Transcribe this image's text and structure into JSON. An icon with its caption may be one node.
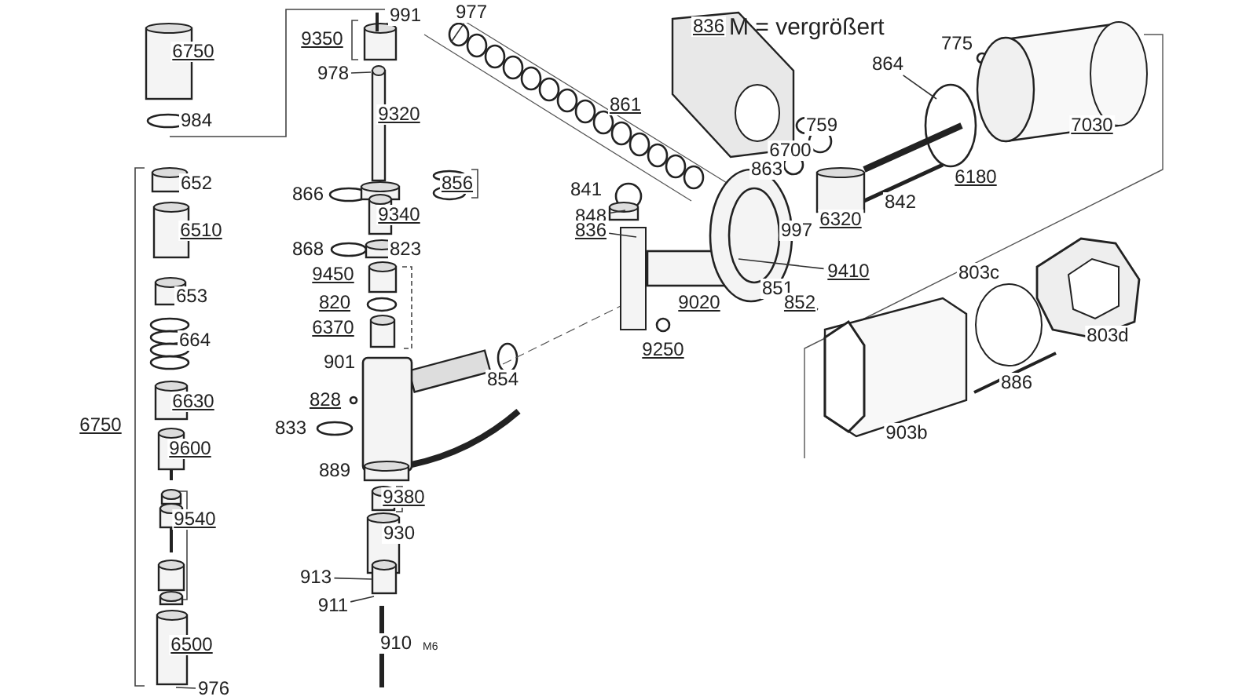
{
  "diagram": {
    "nodes": [
      {
        "text": [
          "991"
        ]
      },
      {
        "text": [
          "977"
        ]
      },
      {
        "text": [
          "6750"
        ]
      },
      {
        "text": [
          "9350"
        ]
      },
      {
        "text": [
          "836"
        ]
      },
      {
        "text": [
          "775"
        ]
      },
      {
        "text": [
          "864"
        ]
      },
      {
        "text": [
          "978"
        ]
      },
      {
        "text": [
          "7030"
        ]
      },
      {
        "text": [
          "984"
        ]
      },
      {
        "text": [
          "9320"
        ]
      },
      {
        "text": [
          "861"
        ]
      },
      {
        "text": [
          "759"
        ]
      },
      {
        "text": [
          "6700"
        ]
      },
      {
        "text": [
          "863"
        ]
      },
      {
        "text": [
          "652"
        ]
      },
      {
        "text": [
          "856"
        ]
      },
      {
        "text": [
          "841"
        ]
      },
      {
        "text": [
          "9340"
        ]
      },
      {
        "text": [
          "866"
        ]
      },
      {
        "text": [
          "6180"
        ]
      },
      {
        "text": [
          "842"
        ]
      },
      {
        "text": [
          "848"
        ]
      },
      {
        "text": [
          "836"
        ]
      },
      {
        "text": [
          "997"
        ]
      },
      {
        "text": [
          "6320"
        ]
      },
      {
        "text": [
          "6510"
        ]
      },
      {
        "text": [
          "868"
        ]
      },
      {
        "text": [
          "823"
        ]
      },
      {
        "text": [
          "9450"
        ]
      },
      {
        "text": [
          "9410"
        ]
      },
      {
        "text": [
          "9020"
        ]
      },
      {
        "text": [
          "851"
        ]
      },
      {
        "text": [
          "852"
        ]
      },
      {
        "text": [
          "653"
        ]
      },
      {
        "text": [
          "803c"
        ]
      },
      {
        "text": [
          "820"
        ]
      },
      {
        "text": [
          "6370"
        ]
      },
      {
        "text": [
          "664"
        ]
      },
      {
        "text": [
          "803d"
        ]
      },
      {
        "text": [
          "9250"
        ]
      },
      {
        "text": [
          "901"
        ]
      },
      {
        "text": [
          "854"
        ]
      },
      {
        "text": [
          "886"
        ]
      },
      {
        "text": [
          "6630"
        ]
      },
      {
        "text": [
          "828"
        ]
      },
      {
        "text": [
          "833"
        ]
      },
      {
        "text": [
          "903b"
        ]
      },
      {
        "text": [
          "6750"
        ]
      },
      {
        "text": [
          "9600"
        ]
      },
      {
        "text": [
          "889"
        ]
      },
      {
        "text": [
          "9380"
        ]
      },
      {
        "text": [
          "9540"
        ]
      },
      {
        "text": [
          "930"
        ]
      },
      {
        "text": [
          "913"
        ]
      },
      {
        "text": [
          "911"
        ]
      },
      {
        "text": [
          "910"
        ],
        "beside": [
          "M6"
        ]
      },
      {
        "text": [
          "6500"
        ]
      },
      {
        "text": [
          "976"
        ]
      }
    ],
    "edges": [
      {
        "from": 0,
        "to": null,
        "arrow": "none"
      },
      {
        "from": 1,
        "to": null,
        "arrow": "none"
      },
      {
        "from": 6,
        "to": null,
        "arrow": "none"
      },
      {
        "from": 7,
        "to": null,
        "arrow": "none"
      },
      {
        "from": 22,
        "to": null,
        "arrow": "none"
      },
      {
        "from": 23,
        "to": null,
        "arrow": "none"
      },
      {
        "from": 30,
        "to": null,
        "arrow": "none"
      },
      {
        "from": 54,
        "to": null,
        "arrow": "none"
      },
      {
        "from": 55,
        "to": null,
        "arrow": "none"
      },
      {
        "from": 58,
        "to": null,
        "arrow": "none"
      }
    ],
    "labels": [
      "M = vergrößert"
    ]
  }
}
